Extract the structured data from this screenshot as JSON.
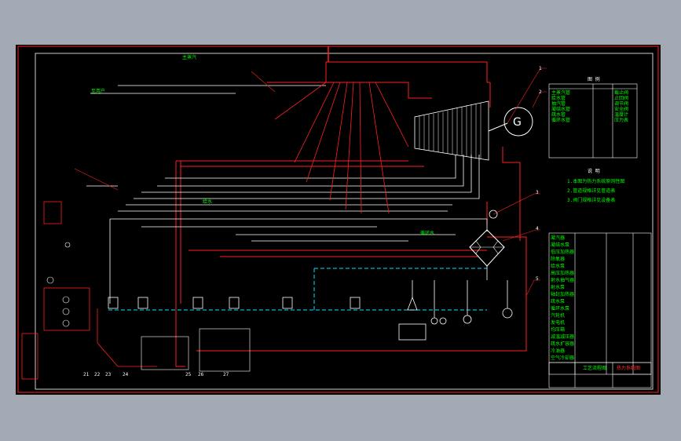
{
  "canvas": {
    "background": "#a3a9b4",
    "sheet_background": "#000000",
    "colors": {
      "frame": "#ff2020",
      "steam_line": "#ff2020",
      "water_line": "#ffffff",
      "cooling_line": "#00e5ff",
      "label": "#00ff00",
      "symbol": "#ffffff"
    }
  },
  "title_block": {
    "drawing_title": "热力系统图",
    "sheet_label": "工艺流程图"
  },
  "legend": {
    "title": "图 例",
    "rows": [
      "主蒸汽管",
      "给水管",
      "抽汽管",
      "凝结水管",
      "疏水管",
      "循环水管",
      "截止阀",
      "止回阀",
      "调节阀",
      "安全阀",
      "温度计",
      "压力表"
    ]
  },
  "notes": {
    "title": "说 明",
    "lines": [
      "1.本图为热力系统原则性图",
      "2.管道规格详见管道表",
      "3.阀门规格详见设备表"
    ]
  },
  "equipment": {
    "generator_symbol": "G",
    "numbers": [
      "1",
      "2",
      "3",
      "4",
      "5",
      "21",
      "22",
      "23",
      "24",
      "25",
      "26",
      "27"
    ]
  },
  "equipment_table": {
    "rows": [
      "凝汽器",
      "凝结水泵",
      "低压加热器",
      "除氧器",
      "给水泵",
      "高压加热器",
      "射水抽气器",
      "射水泵",
      "轴封加热器",
      "疏水泵",
      "循环水泵",
      "汽轮机",
      "发电机",
      "均压箱",
      "减温减压器",
      "疏水扩容器",
      "冷油器",
      "空气冷却器"
    ]
  },
  "labels": {
    "main_steam": "主蒸汽",
    "to_user": "至用户",
    "cooling_water": "循环水",
    "feed_water": "给水"
  }
}
